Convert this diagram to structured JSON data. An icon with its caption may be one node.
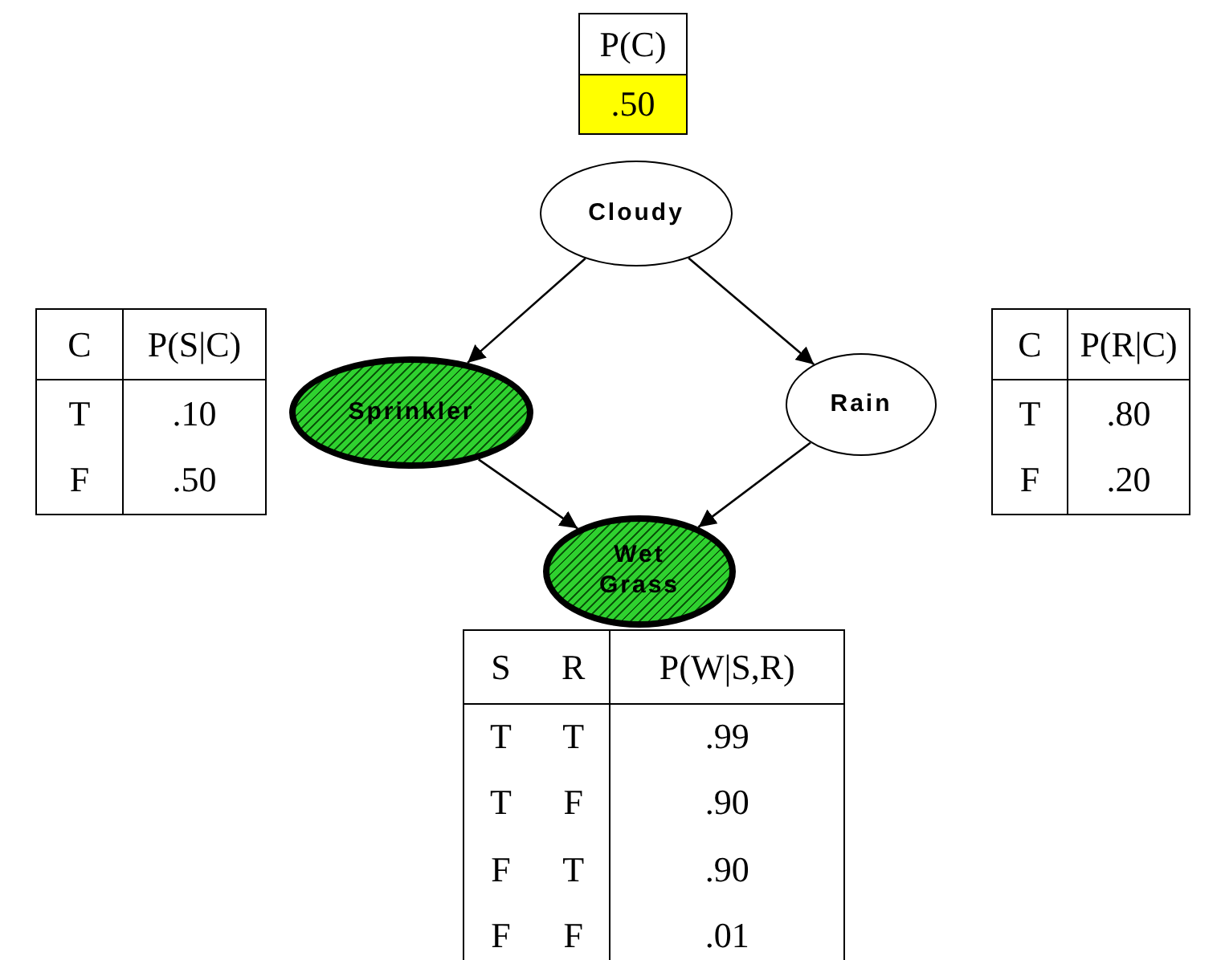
{
  "diagram": {
    "nodes": [
      {
        "text": [
          "Cloudy"
        ]
      },
      {
        "text": [
          "Sprinkler"
        ]
      },
      {
        "text": [
          "Rain"
        ]
      },
      {
        "text": [
          "Wet Grass"
        ]
      }
    ],
    "edges": [
      {
        "from": 0,
        "to": 1,
        "arrow": "to"
      },
      {
        "from": 0,
        "to": 2,
        "arrow": "to"
      },
      {
        "from": 1,
        "to": 3,
        "arrow": "to"
      },
      {
        "from": 2,
        "to": 3,
        "arrow": "to"
      }
    ],
    "labels": [
      "P(C)",
      ".50",
      "C",
      "P(S|C)",
      "T",
      ".10",
      "F",
      ".50",
      "C",
      "P(R|C)",
      "T",
      ".80",
      "F",
      ".20",
      "S",
      "R",
      "P(W|S,R)",
      "T",
      "T",
      ".99",
      "T",
      "F",
      ".90",
      "F",
      "T",
      ".90",
      "F",
      "F",
      ".01"
    ]
  }
}
